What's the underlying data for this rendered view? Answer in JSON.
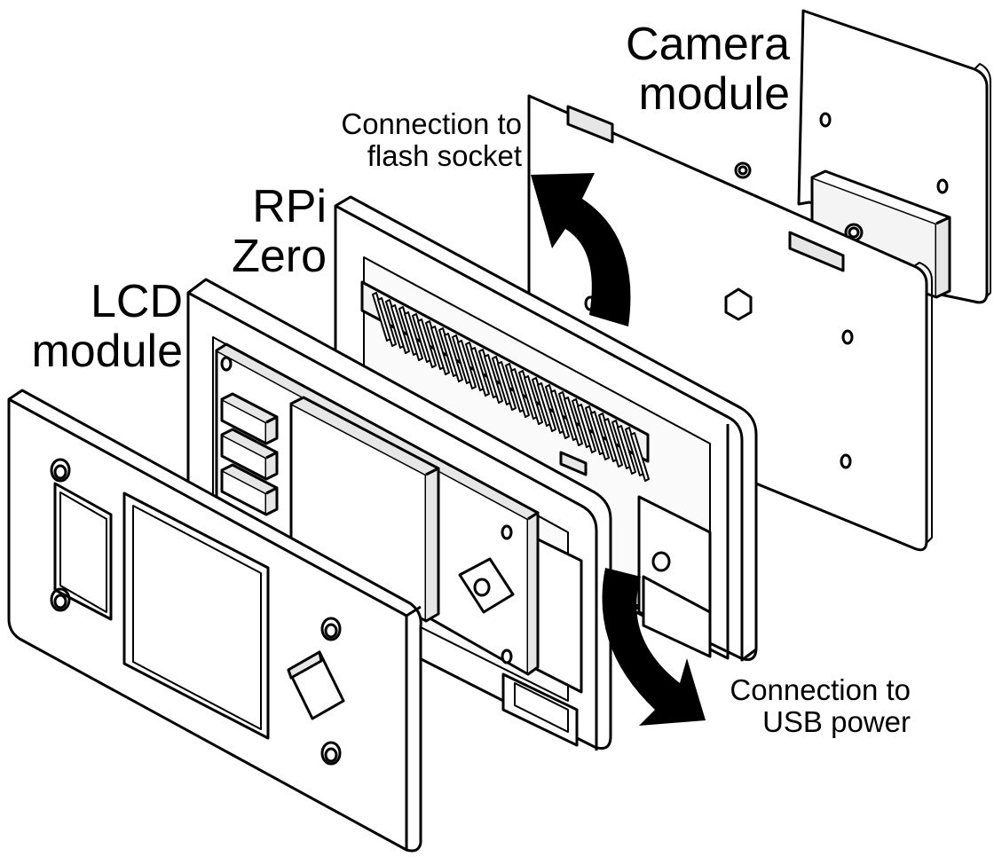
{
  "labels": {
    "camera": {
      "line1": "Camera",
      "line2": "module"
    },
    "rpi": {
      "line1": "RPi",
      "line2": "Zero"
    },
    "lcd": {
      "line1": "LCD",
      "line2": "module"
    },
    "flash": {
      "line1": "Connection to",
      "line2": "flash socket"
    },
    "usb": {
      "line1": "Connection to",
      "line2": "USB power"
    }
  },
  "colors": {
    "stroke": "#000000",
    "fill": "#ffffff",
    "shade": "#e6e6e6",
    "arrow": "#000000"
  }
}
